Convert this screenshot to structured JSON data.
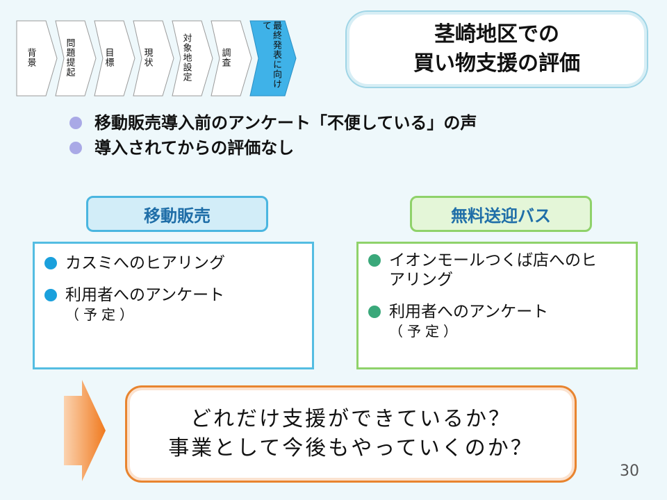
{
  "progress_steps": [
    {
      "label": "背景"
    },
    {
      "label": "問題提起"
    },
    {
      "label": "目標"
    },
    {
      "label": "現状"
    },
    {
      "label": "対象地設定"
    },
    {
      "label": "調査"
    },
    {
      "label": "最終発表に向けて",
      "active": true
    }
  ],
  "title": {
    "line1": "茎崎地区での",
    "line2": "買い物支援の評価"
  },
  "top_bullets": [
    "移動販売導入前のアンケート「不便している」の声",
    "導入されてからの評価なし"
  ],
  "mobile_sales": {
    "header": "移動販売",
    "items": [
      "カスミへのヒアリング",
      "利用者へのアンケート"
    ],
    "item2_sub": "（予定）"
  },
  "free_bus": {
    "header": "無料送迎バス",
    "items": [
      "イオンモールつくば店へのヒアリング",
      "利用者へのアンケート"
    ],
    "item2_sub": "（予定）"
  },
  "conclusion": {
    "line1": "どれだけ支援ができているか？",
    "line2": "事業として今後もやっていくのか？"
  },
  "page_number": "30",
  "colors": {
    "active_step": "#3fb2e8",
    "mobile_border": "#54bde2",
    "bus_border": "#8fd26a",
    "conclusion_border": "#e8842f"
  }
}
